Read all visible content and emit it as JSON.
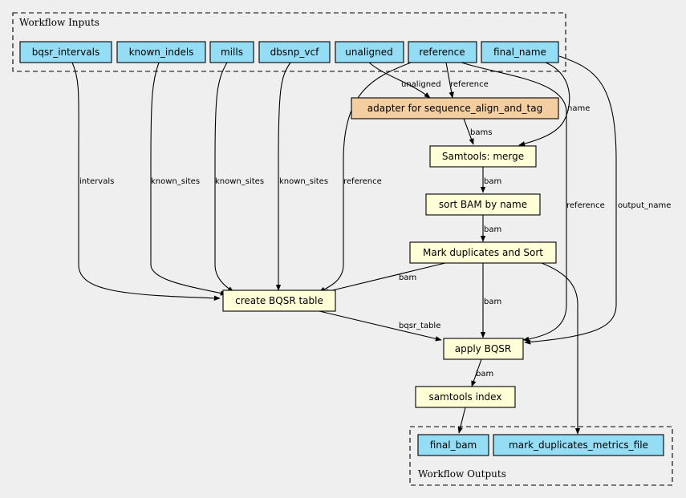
{
  "colors": {
    "background": "#efefef",
    "input": "#94ddf4",
    "step": "#ffffd8",
    "adapter": "#f3cea1",
    "output": "#94ddf4"
  },
  "clusters": {
    "inputs_label": "Workflow Inputs",
    "outputs_label": "Workflow Outputs"
  },
  "inputs": {
    "bqsr_intervals": "bqsr_intervals",
    "known_indels": "known_indels",
    "mills": "mills",
    "dbsnp_vcf": "dbsnp_vcf",
    "unaligned": "unaligned",
    "reference": "reference",
    "final_name": "final_name"
  },
  "steps": {
    "adapter": "adapter for sequence_align_and_tag",
    "merge": "Samtools: merge",
    "sort": "sort BAM by name",
    "markdup": "Mark duplicates and Sort",
    "bqsr_table": "create BQSR table",
    "apply_bqsr": "apply BQSR",
    "index": "samtools index"
  },
  "outputs": {
    "final_bam": "final_bam",
    "metrics": "mark_duplicates_metrics_file"
  },
  "edge_labels": {
    "intervals": "intervals",
    "known_sites_1": "known_sites",
    "known_sites_2": "known_sites",
    "known_sites_3": "known_sites",
    "reference_to_table": "reference",
    "unaligned": "unaligned",
    "reference_to_adapter": "reference",
    "name": "name",
    "reference_to_apply": "reference",
    "output_name": "output_name",
    "bams": "bams",
    "bam_merge_sort": "bam",
    "bam_sort_markdup": "bam",
    "bam_markdup_table": "bam",
    "bam_markdup_apply": "bam",
    "bqsr_table": "bqsr_table",
    "bam_apply_index": "bam"
  }
}
